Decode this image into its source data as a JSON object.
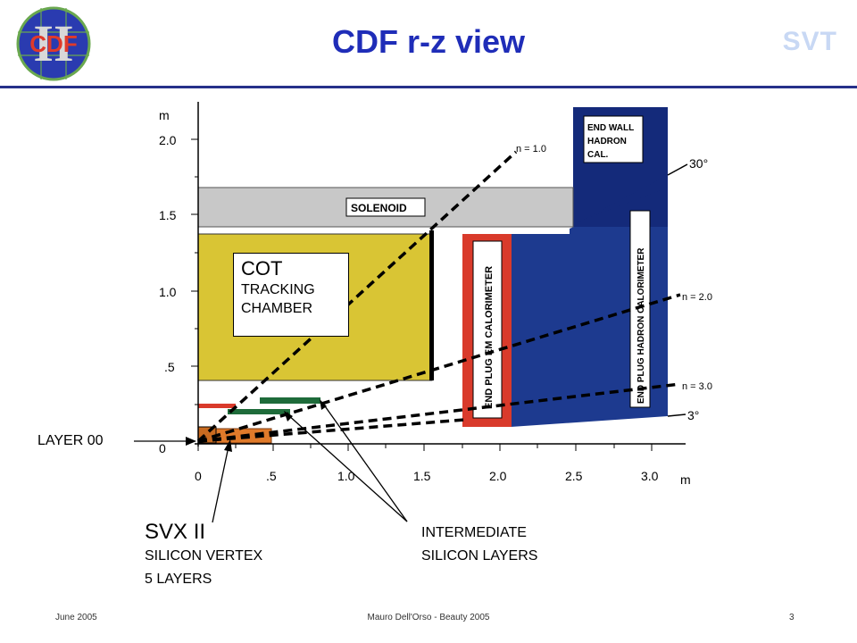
{
  "header": {
    "title": "CDF r-z view",
    "corner_label": "SVT",
    "logo_text": "CDF",
    "logo_numeral": "II"
  },
  "diagram": {
    "axis": {
      "r_unit": "m",
      "z_unit": "m",
      "r_ticks": [
        "2.0",
        "1.5",
        "1.0",
        ".5",
        "0"
      ],
      "z_ticks": [
        "0",
        ".5",
        "1.0",
        "1.5",
        "2.0",
        "2.5",
        "3.0"
      ]
    },
    "labels": {
      "solenoid": "SOLENOID",
      "end_wall_1": "END WALL",
      "end_wall_2": "HADRON",
      "end_wall_3": "CAL.",
      "plug_em": "END PLUG EM CALORIMETER",
      "plug_had": "END PLUG HADRON CALORIMETER",
      "eta_1": "n = 1.0",
      "eta_2": "n = 2.0",
      "eta_3": "n = 3.0",
      "angle_30": "30°",
      "angle_3": "3°"
    },
    "annotations": {
      "cot_title": "COT",
      "cot_line1": "TRACKING",
      "cot_line2": "CHAMBER",
      "layer00": "LAYER 00",
      "svx_title": "SVX II",
      "svx_line1": "SILICON VERTEX",
      "svx_line2": "5 LAYERS",
      "intermediate_line1": "INTERMEDIATE",
      "intermediate_line2": "SILICON LAYERS"
    },
    "colors": {
      "cot": "#d9c534",
      "solenoid": "#c8c8c8",
      "em_cal": "#d93a2b",
      "hadron_cal": "#1d3a8f",
      "silicon": "#e07a2a",
      "intermediate": "#1e6b3a"
    }
  },
  "footer": {
    "date": "June 2005",
    "author": "Mauro Dell'Orso - Beauty 2005",
    "page": "3"
  }
}
